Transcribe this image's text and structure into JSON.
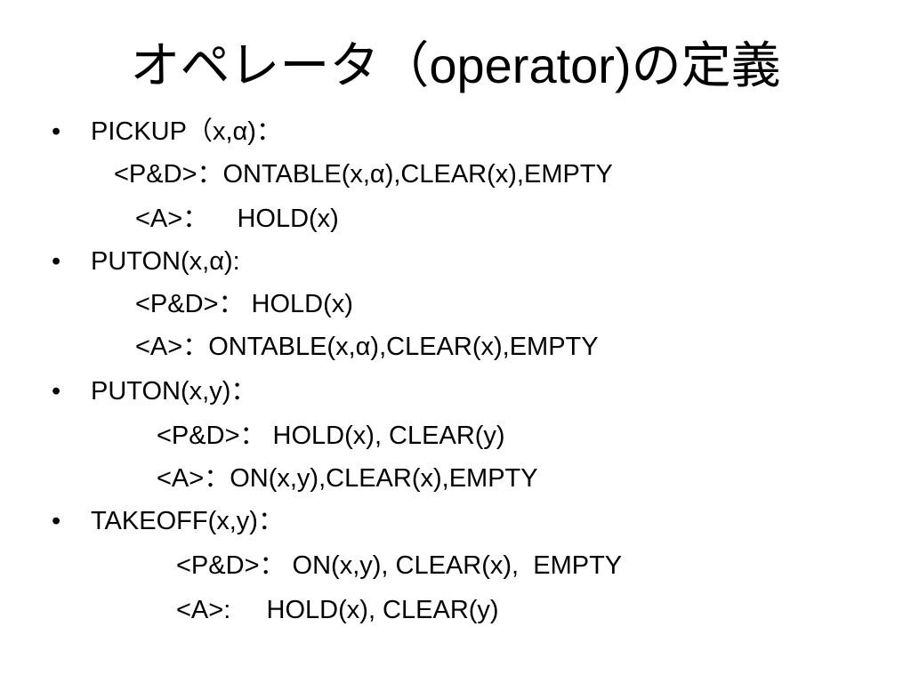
{
  "slide": {
    "title": "オペレータ（operator)の定義",
    "bullet_char": "•",
    "items": [
      {
        "name": "PICKUP（x,α)：",
        "pd": "<P&D>：ONTABLE(x,α),CLEAR(x),EMPTY",
        "a": "<A>：    HOLD(x)"
      },
      {
        "name": "PUTON(x,α):",
        "pd": "<P&D>： HOLD(x)",
        "a": "<A>：ONTABLE(x,α),CLEAR(x),EMPTY"
      },
      {
        "name": "PUTON(x,y)：",
        "pd": "<P&D>： HOLD(x), CLEAR(y)",
        "a": "<A>：ON(x,y),CLEAR(x),EMPTY"
      },
      {
        "name": "TAKEOFF(x,y)：",
        "pd": "<P&D>： ON(x,y), CLEAR(x),  EMPTY",
        "a": "<A>:     HOLD(x), CLEAR(y)"
      }
    ]
  }
}
